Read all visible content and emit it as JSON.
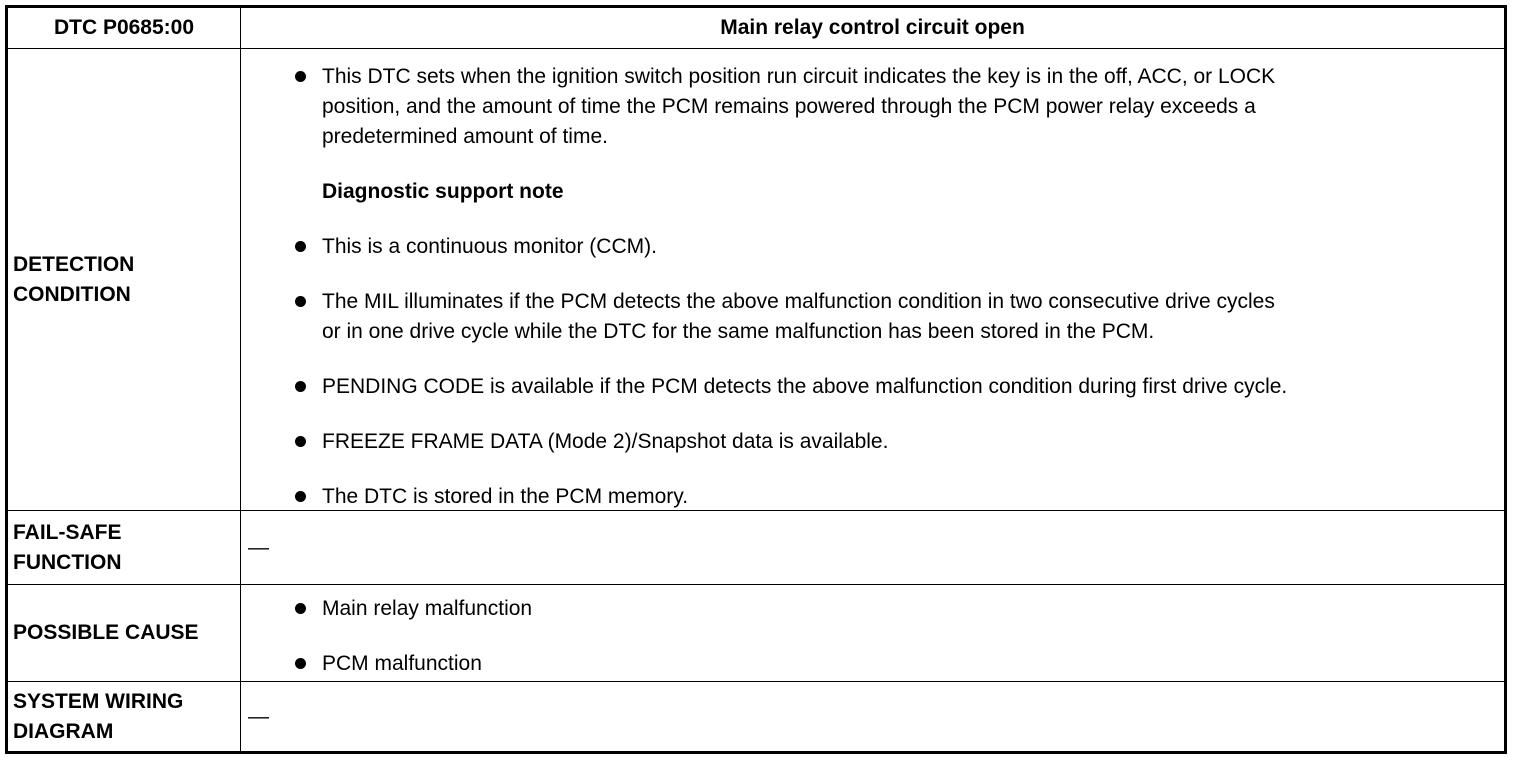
{
  "header": {
    "code": "DTC P0685:00",
    "title": "Main relay control circuit open"
  },
  "rows": {
    "detection": {
      "label_lines": [
        "DETECTION",
        "CONDITION"
      ],
      "bullet1_lines": [
        "This DTC sets when the ignition switch position run circuit indicates the key is in the off, ACC, or LOCK",
        "position, and the amount of time the PCM remains powered through the PCM power relay exceeds a",
        "predetermined amount of time."
      ],
      "note": "Diagnostic support note",
      "bullet2": "This is a continuous monitor (CCM).",
      "bullet3_lines": [
        "The MIL illuminates if the PCM detects the above malfunction condition in two consecutive drive cycles",
        "or in one drive cycle while the DTC for the same malfunction has been stored in the PCM."
      ],
      "bullet4": "PENDING CODE is available if the PCM detects the above malfunction condition during first drive cycle.",
      "bullet5": "FREEZE FRAME DATA (Mode 2)/Snapshot data is available.",
      "bullet6": "The DTC is stored in the PCM memory."
    },
    "failsafe": {
      "label_lines": [
        "FAIL-SAFE",
        "FUNCTION"
      ],
      "value": "—"
    },
    "cause": {
      "label": "POSSIBLE CAUSE",
      "items": [
        "Main relay malfunction",
        "PCM malfunction"
      ]
    },
    "wiring": {
      "label_lines": [
        "SYSTEM WIRING",
        "DIAGRAM"
      ],
      "value": "—"
    }
  }
}
